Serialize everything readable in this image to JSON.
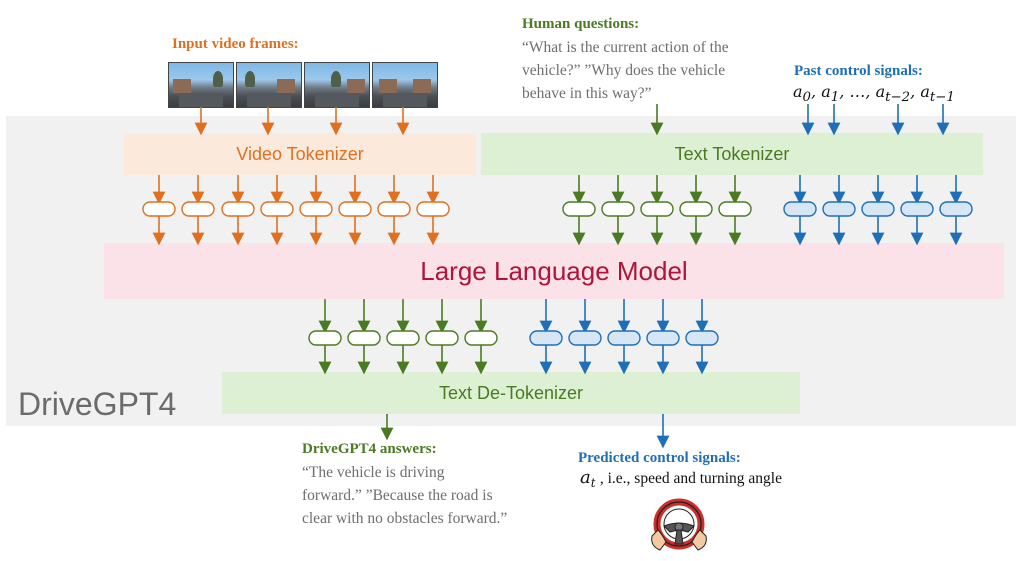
{
  "brand": "DriveGPT4",
  "labels": {
    "input_frames": "Input video frames:",
    "human_questions_title": "Human questions:",
    "human_questions_line1": "“What is the current action of the",
    "human_questions_line2": "vehicle?” ”Why does the vehicle",
    "human_questions_line3": "behave in this way?”",
    "past_signals_title": "Past control signals:",
    "answers_title": "DriveGPT4 answers:",
    "answers_line1": "“The vehicle is driving",
    "answers_line2": "forward.” ”Because the road is",
    "answers_line3": "clear with no obstacles forward.”",
    "predicted_title": "Predicted control signals:",
    "predicted_desc": ", i.e., speed and turning angle"
  },
  "math": {
    "a0": "a",
    "a0_sub": "0",
    "a1": "a",
    "a1_sub": "1",
    "dots": "…",
    "at2": "a",
    "at2_sub": "t−2",
    "at1": "a",
    "at1_sub": "t−1",
    "at": "a",
    "at_sub": "t"
  },
  "blocks": {
    "video_tokenizer": "Video Tokenizer",
    "text_tokenizer": "Text Tokenizer",
    "llm": "Large Language Model",
    "text_detokenizer": "Text De-Tokenizer"
  },
  "icons": [
    "video-frame-icon",
    "steering-wheel-icon"
  ],
  "colors": {
    "orange": "#e07020",
    "green": "#4a7a22",
    "blue": "#1f6fb8",
    "llm_text": "#b0143c"
  }
}
